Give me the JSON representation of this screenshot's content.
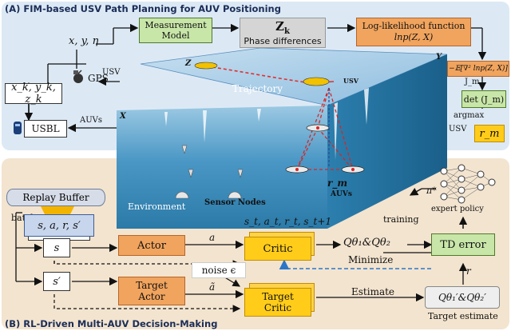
{
  "panel_a": {
    "title": "(A) FIM-based USV Path Planning for AUV Positioning"
  },
  "panel_b": {
    "title": "(B) RL-Driven Multi-AUV Decision-Making"
  },
  "boxes": {
    "measurement_model": "Measurement\nModel",
    "zk": "Z",
    "zk_sub": "k",
    "phase_differences": "Phase differences",
    "log_likelihood": "Log-likelihood function",
    "log_likelihood_formula": "lnp(Z, X)",
    "expectation": "−𝔼[∇² lnp(Z, X)]",
    "jm_label": "J_m",
    "det": "det (J_m)",
    "argmax": "argmax",
    "usv_right": "USV",
    "rm": "r_m",
    "xyn": "x, y, η",
    "gps": "GPS",
    "usv_left": "USV",
    "xyz": "x_k, y_k, z_k",
    "usbl": "USBL",
    "auvs": "AUVs",
    "replay_buffer": "Replay Buffer",
    "batch": "batch",
    "sars": "s, a, r, s′",
    "s": "s",
    "s_prime": "s′",
    "actor": "Actor",
    "target_actor": "Target\nActor",
    "critic": "Critic",
    "target_critic": "Target\nCritic",
    "a": "a",
    "a_tilde": "ã",
    "noise": "noise ϵ",
    "q_theta": "Qθ₁&Qθ₂",
    "minimize": "Minimize",
    "td_error": "TD error",
    "estimate": "Estimate",
    "q_target": "Qθ₁′&Qθ₂′",
    "target_estimate": "Target estimate",
    "r": "r",
    "training": "training",
    "expert_policy": "expert policy",
    "pi_star": "π*",
    "st_tuple": "s_t, a_t, r_t, s_t+1"
  },
  "scene": {
    "trajectory": "Trajectory",
    "usv_label": "USV",
    "sensor_nodes": "Sensor Nodes",
    "environment": "Environment",
    "auvs_label": "AUVs",
    "rm_label": "r_m",
    "axis_z": "Z",
    "axis_x": "X",
    "axis_y": "Y"
  },
  "colors": {
    "panel_a_bg": "#dce9f5",
    "panel_b_bg": "#f3e4cf",
    "green_box": "#c8e6a8",
    "orange_box": "#f1a45e",
    "yellow_box": "#ffcc1a",
    "water_top": "#7fb5d8",
    "water_deep": "#1f6d9a"
  }
}
